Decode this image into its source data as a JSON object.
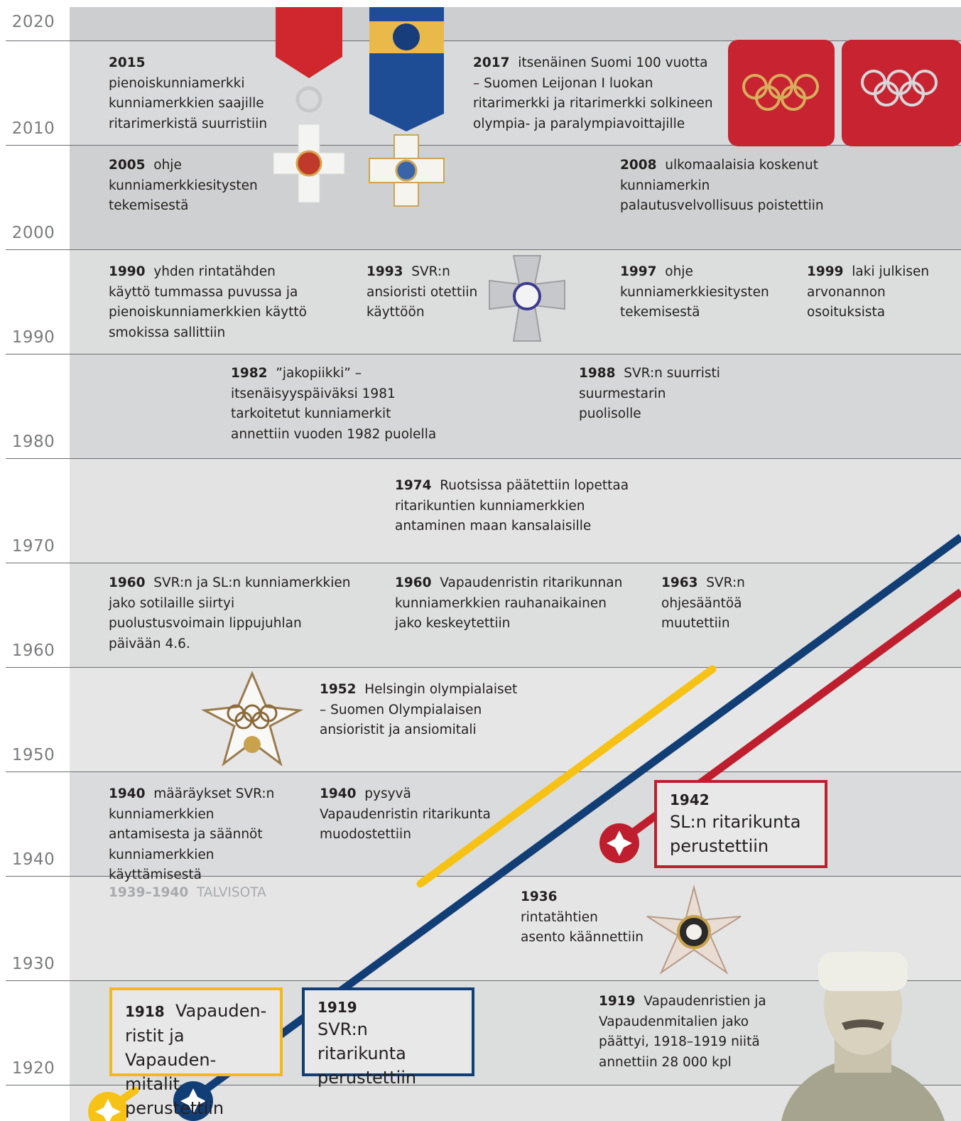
{
  "colors": {
    "band_dark": "#cfd0d1",
    "band_light": "#e6e6e7",
    "vapaudenristi_yellow": "#f7c216",
    "svr_blue": "#123e76",
    "sl_red": "#be1e2d",
    "text": "#231f20"
  },
  "years": [
    "2020",
    "2010",
    "2000",
    "1990",
    "1980",
    "1970",
    "1960",
    "1950",
    "1940",
    "1930",
    "1920"
  ],
  "events": {
    "e2015": {
      "year": "2015",
      "text": "pienoiskunniamerkki kunniamerkkien saajille ritarimerkistä suurristiin"
    },
    "e2017": {
      "year": "2017",
      "text": "itsenäinen Suomi 100 vuotta – Suomen Leijonan I luokan ritarimerkki ja ritarimerkki solkineen olympia- ja paralympiavoittajille"
    },
    "e2005": {
      "year": "2005",
      "text": "ohje kunniamerkkiesitysten tekemisestä"
    },
    "e2008": {
      "year": "2008",
      "text": "ulkomaalaisia koskenut kunniamerkin palautusvelvollisuus poistettiin"
    },
    "e1990": {
      "year": "1990",
      "text": "yhden rintatähden käyttö tummassa puvussa ja pienoiskunniamerkkien käyttö smokissa sallittiin"
    },
    "e1993": {
      "year": "1993",
      "text": "SVR:n ansioristi otettiin käyttöön"
    },
    "e1997": {
      "year": "1997",
      "text": "ohje kunniamerkkiesitysten tekemisestä"
    },
    "e1999": {
      "year": "1999",
      "text": "laki julkisen arvonannon osoituksista"
    },
    "e1982": {
      "year": "1982",
      "text": "”jakopiikki” – itsenäisyyspäiväksi 1981 tarkoitetut kunniamerkit annettiin vuoden 1982 puolella"
    },
    "e1988": {
      "year": "1988",
      "text": "SVR:n suurristi suurmestarin puolisolle"
    },
    "e1974": {
      "year": "1974",
      "text": "Ruotsissa päätettiin lopettaa ritarikuntien kunniamerkkien antaminen maan kansalaisille"
    },
    "e1960a": {
      "year": "1960",
      "text": "SVR:n ja SL:n kunniamerkkien jako sotilaille siirtyi puolustusvoimain lippujuhlan päivään 4.6."
    },
    "e1960b": {
      "year": "1960",
      "text": "Vapaudenristin ritarikunnan kunniamerkkien rauhanaikainen jako keskeytettiin"
    },
    "e1963": {
      "year": "1963",
      "text": "SVR:n ohjesääntöä muutettiin"
    },
    "e1952": {
      "year": "1952",
      "text": "Helsingin olympialaiset – Suomen Olympialaisen ansioristit ja ansiomitali"
    },
    "e1940a": {
      "year": "1940",
      "text": "määräykset SVR:n kunniamerkkien antamisesta ja säännöt kunniamerkkien käyttämisestä"
    },
    "e1940b": {
      "year": "1940",
      "text": "pysyvä Vapaudenristin ritarikunta muodostettiin"
    },
    "e1939": {
      "year": "1939–1940",
      "text": "TALVISOTA"
    },
    "e1936": {
      "year": "1936",
      "text": "rintatähtien asento käännettiin"
    },
    "e1919b": {
      "year": "1919",
      "text": "Vapaudenristien ja Vapaudenmitalien jako päättyi, 1918–1919 niitä annettiin 28 000 kpl"
    }
  },
  "boxes": {
    "b1918": {
      "year": "1918",
      "text_l1": "Vapauden-",
      "text_l2": "ristit ja Vapauden-",
      "text_l3": "mitalit perustettiin"
    },
    "b1919": {
      "year": "1919",
      "text_l1": "SVR:n ritarikunta",
      "text_l2": "perustettiin"
    },
    "b1942": {
      "year": "1942",
      "text_l1": "SL:n ritarikunta",
      "text_l2": "perustettiin"
    }
  },
  "images": [
    "medal-ribbon-red-icon",
    "medal-ribbon-blue-icon",
    "olympic-ribbon-gold-icon",
    "olympic-ribbon-silver-icon",
    "svr-merit-cross-icon",
    "olympic-merit-cross-icon",
    "breast-star-icon",
    "portrait-photo"
  ]
}
